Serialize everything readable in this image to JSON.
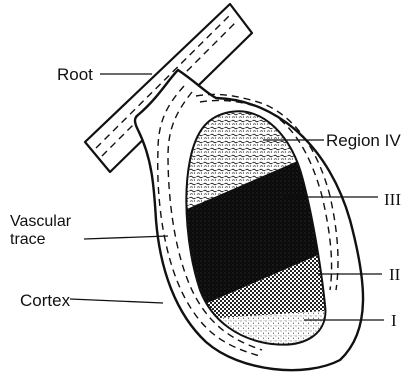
{
  "labels": {
    "root": "Root",
    "vascular_trace_line1": "Vascular",
    "vascular_trace_line2": "trace",
    "cortex": "Cortex",
    "region_iv": "Region IV",
    "region_iii": "III",
    "region_ii": "II",
    "region_i": "I"
  }
}
